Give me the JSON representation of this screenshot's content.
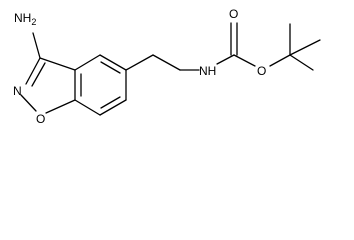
{
  "molecule": {
    "labels": {
      "amine": "NH",
      "amine_sub": "2",
      "ring_n": "N",
      "ring_o": "O",
      "carbamate_nh": "NH",
      "carbonyl_o": "O",
      "ester_o": "O"
    }
  },
  "colors": {
    "bond": "#000000",
    "text": "#000000",
    "background": "#ffffff"
  }
}
